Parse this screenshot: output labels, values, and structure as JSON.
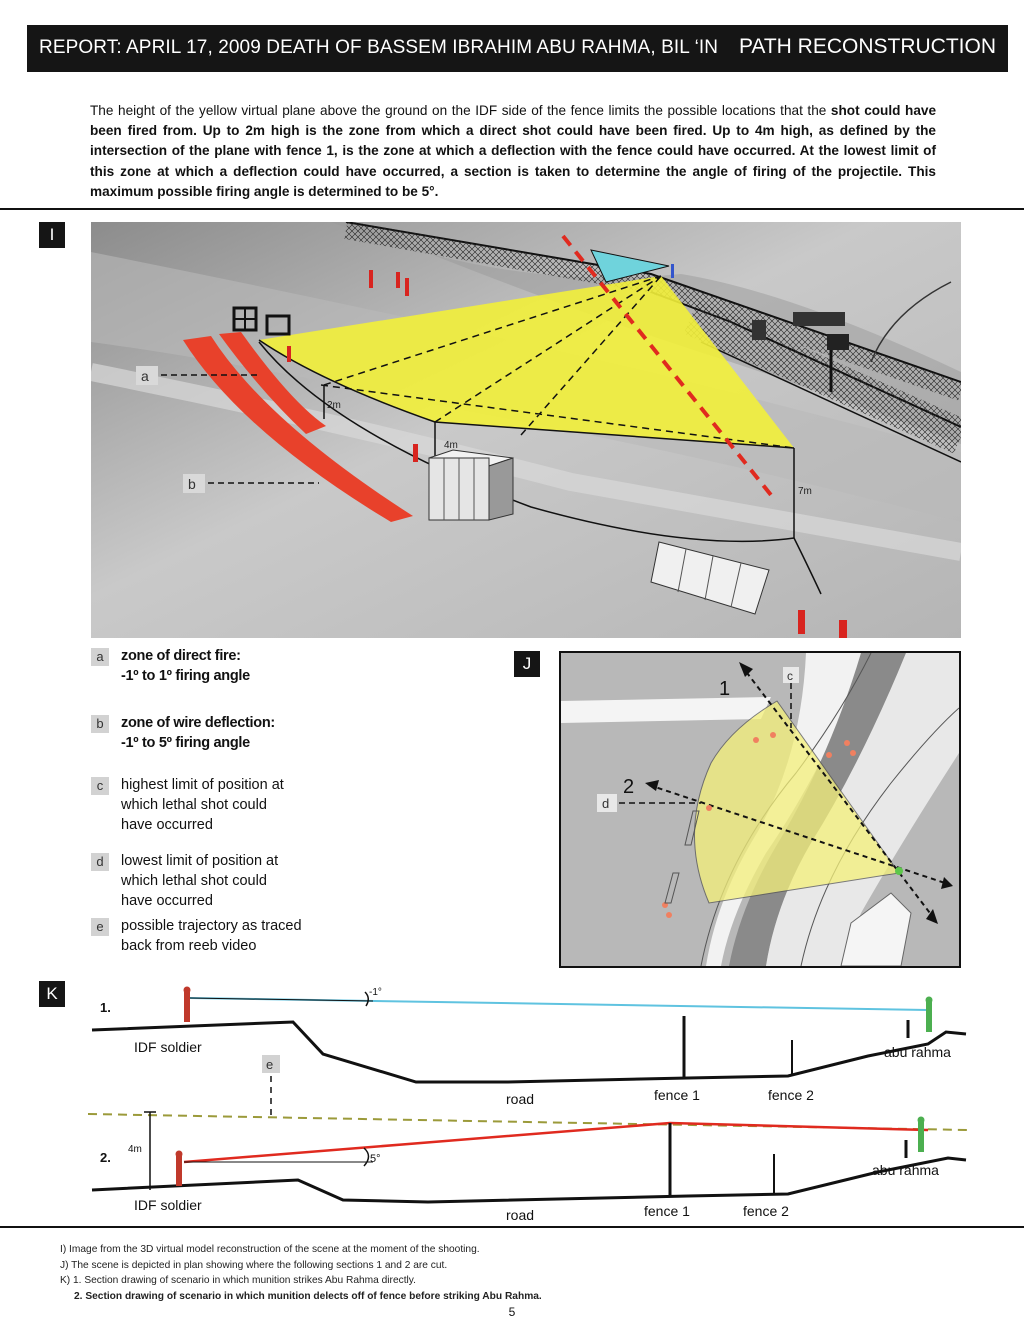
{
  "header": {
    "title_left": "REPORT: APRIL 17, 2009 DEATH OF BASSEM IBRAHIM ABU RAHMA, BIL ‘IN",
    "title_right": "PATH RECONSTRUCTION"
  },
  "intro": {
    "normal": "The height of the yellow virtual plane above the ground on the IDF side of the fence limits the possible locations that the",
    "bold": "shot could have been fired from. Up to 2m high is the zone from which a direct shot could have been fired. Up to 4m high, as defined by the intersection of the plane with fence 1, is the zone at which a deflection with the fence could have occurred. At the lowest limit of this zone at which a deflection could have occurred, a section is taken to determine the angle of firing of the projectile. This maximum possible firing angle is determined to be 5°."
  },
  "panel_i": {
    "badge": "I",
    "label_a": "a",
    "label_b": "b",
    "h_2m": "2m",
    "h_4m": "4m",
    "h_7m": "7m"
  },
  "panel_j": {
    "badge": "J",
    "label_1": "1",
    "label_2": "2",
    "label_c": "c",
    "label_d": "d"
  },
  "legend": [
    {
      "tag": "a",
      "lines": [
        "zone of direct fire:",
        "-1º to 1º firing angle"
      ],
      "bold": true
    },
    {
      "tag": "b",
      "lines": [
        "zone of wire deflection:",
        "-1º to 5º firing angle"
      ],
      "bold": true
    },
    {
      "tag": "c",
      "lines": [
        "highest limit of position at",
        "which lethal shot could",
        "have occurred"
      ],
      "bold": false
    },
    {
      "tag": "d",
      "lines": [
        "lowest limit of position at",
        "which lethal shot could",
        "have occurred"
      ],
      "bold": false
    },
    {
      "tag": "e",
      "lines": [
        "possible trajectory as traced",
        "back from reeb video"
      ],
      "bold": false
    }
  ],
  "section_k": {
    "badge": "K",
    "s1": {
      "num": "1.",
      "angle": "-1°",
      "soldier": "IDF soldier",
      "road": "road",
      "fence1": "fence 1",
      "fence2": "fence 2",
      "victim": "abu rahma"
    },
    "e_label": "e",
    "s2": {
      "num": "2.",
      "height": "4m",
      "angle": "5°",
      "soldier": "IDF soldier",
      "road": "road",
      "fence1": "fence 1",
      "fence2": "fence 2",
      "victim": "abu rahma"
    }
  },
  "captions": {
    "l1": "I) Image from the 3D virtual model reconstruction of the scene at the moment of the shooting.",
    "l2": "J) The scene is depicted in plan showing where the following sections 1 and 2 are cut.",
    "l3": "K) 1. Section drawing of scenario in which munition strikes Abu Rahma directly.",
    "l4": "2. Section drawing of scenario in which munition delects off of fence before striking Abu Rahma."
  },
  "page_number": "5",
  "colors": {
    "plane_yellow": "#f2ef3a",
    "zone_red": "#e8412b",
    "trajectory_blue": "#5fc3e0",
    "trajectory_red": "#e02a1f",
    "dashed_olive": "#9b9a3a"
  }
}
